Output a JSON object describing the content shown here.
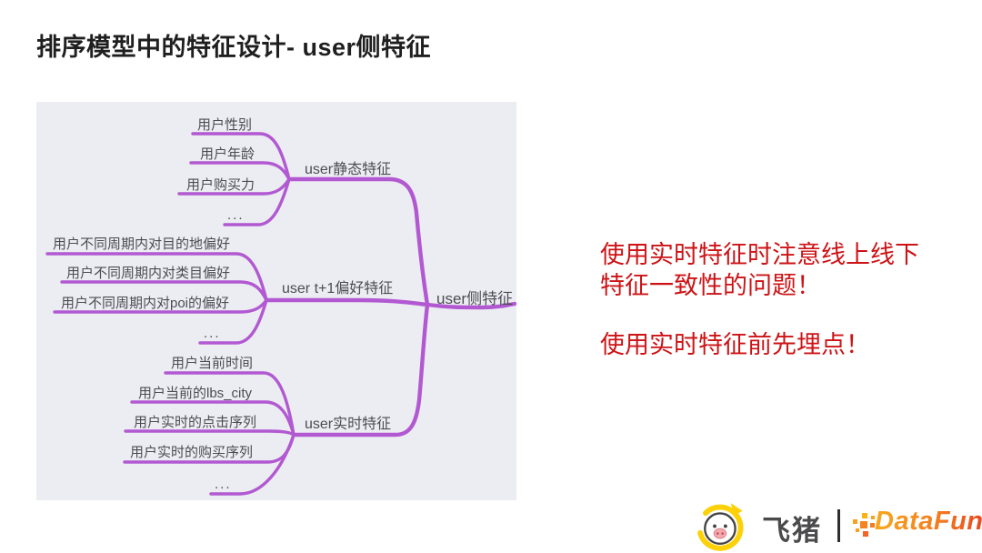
{
  "title": "排序模型中的特征设计- user侧特征",
  "mindmap": {
    "root": "user侧特征",
    "line_color": "#b259d2",
    "panel_bg": "#ecedf2",
    "branches": [
      {
        "label": "user静态特征",
        "children": [
          "用户性别",
          "用户年龄",
          "用户购买力",
          "..."
        ]
      },
      {
        "label": "user t+1偏好特征",
        "children": [
          "用户不同周期内对目的地偏好",
          "用户不同周期内对类目偏好",
          "用户不同周期内对poi的偏好",
          "..."
        ]
      },
      {
        "label": "user实时特征",
        "children": [
          "用户当前时间",
          "用户当前的lbs_city",
          "用户实时的点击序列",
          "用户实时的购买序列",
          "..."
        ]
      }
    ]
  },
  "callout": {
    "color": "#cd1316",
    "para1": "使用实时特征时注意线上线下特征一致性的问题！",
    "para2": "使用实时特征前先埋点！"
  },
  "footer": {
    "fliggy_label": "飞猪",
    "datafun_label": "DataFun."
  }
}
